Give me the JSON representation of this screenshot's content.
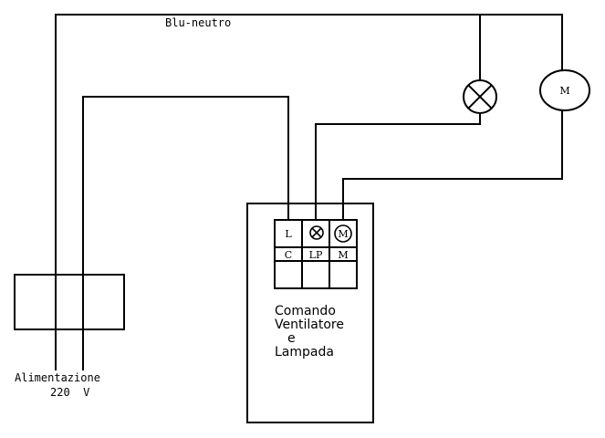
{
  "diagram": {
    "title": "Wiring diagram: fan and lamp control",
    "labels": {
      "neutral_wire": "Blu-neutro",
      "power_supply_line1": "Alimentazione",
      "power_supply_line2": "220  V",
      "controller_line1": "Comando",
      "controller_line2": "Ventilatore",
      "controller_line3": "e",
      "controller_line4": "Lampada"
    },
    "loads": {
      "lamp_symbol": "lamp-cross-circle",
      "motor_label": "M"
    },
    "terminal_block": {
      "top_row": [
        {
          "label": "L",
          "symbol": "text"
        },
        {
          "label": "",
          "symbol": "lamp-icon"
        },
        {
          "label": "M",
          "symbol": "motor-icon"
        }
      ],
      "bottom_row": [
        "C",
        "LP",
        "M"
      ]
    },
    "colors": {
      "line": "#000000",
      "background": "#ffffff"
    }
  }
}
